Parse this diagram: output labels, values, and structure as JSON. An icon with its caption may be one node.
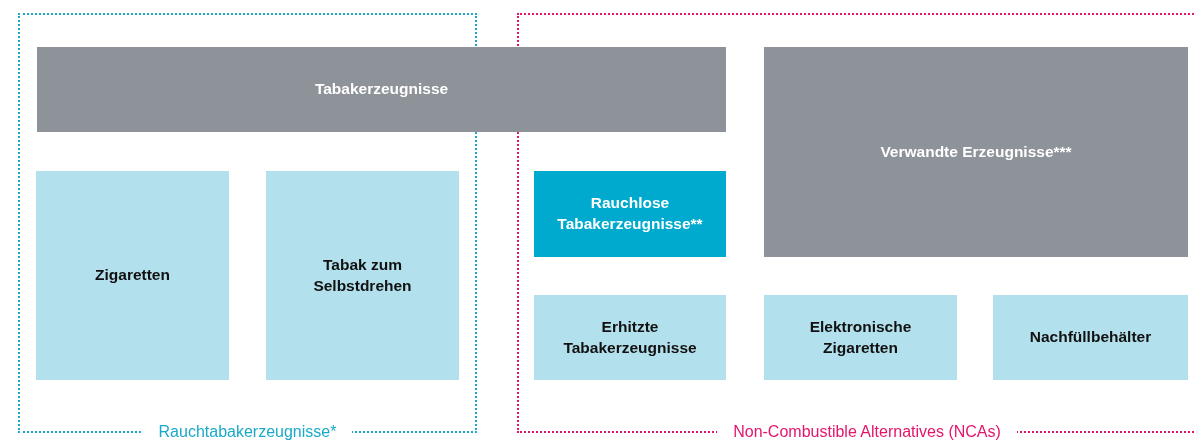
{
  "diagram": {
    "nodes": [
      {
        "text": [
          "Rauchtabakerzeugnisse*"
        ]
      },
      {
        "text": [
          "Non-Combustible Alternatives (NCAs)"
        ]
      },
      {
        "text": [
          "Tabakerzeugnisse"
        ]
      },
      {
        "text": [
          "Verwandte Erzeugnisse***"
        ],
        "in": 1
      },
      {
        "text": [
          "Zigaretten"
        ],
        "in": 0
      },
      {
        "text": [
          "Tabak zum Selbstdrehen"
        ],
        "in": 0
      },
      {
        "text": [
          "Rauchlose Tabakerzeugnisse**"
        ],
        "in": 1
      },
      {
        "text": [
          "Erhitzte Tabakerzeugnisse"
        ],
        "in": 1
      },
      {
        "text": [
          "Elektronische Zigaretten"
        ],
        "in": 1
      },
      {
        "text": [
          "Nachfüllbehälter"
        ],
        "in": 1
      }
    ]
  }
}
